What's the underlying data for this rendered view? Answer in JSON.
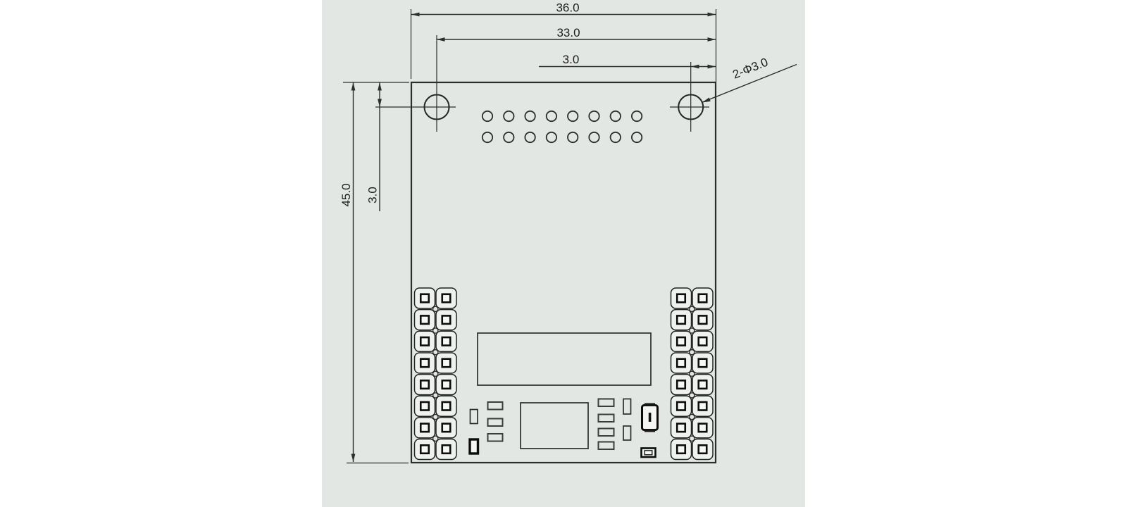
{
  "drawing": {
    "type": "mechanical-dimension-drawing",
    "subject": "PCB module top view with mounting dimensions",
    "units": "mm",
    "labels": {
      "board_width": "36.0",
      "hole_center_to_right_edge": "33.0",
      "hole_offset_right": "3.0",
      "board_height": "45.0",
      "hole_offset_top": "3.0",
      "hole_callout": "2-Φ3.0"
    },
    "board": {
      "mounting_holes": 2,
      "pin_hole_rows": 2,
      "pin_holes_per_row": 8,
      "header_blocks": 2,
      "header_rows": 8,
      "header_cols": 2,
      "left_inline_rects": 3,
      "right_inline_rects": 4,
      "right_vertical_rects": 2
    },
    "colors": {
      "page": "#ffffff",
      "canvas": "#e3e7e4",
      "line": "#2b2e2b",
      "text": "#1c1c1c"
    }
  }
}
